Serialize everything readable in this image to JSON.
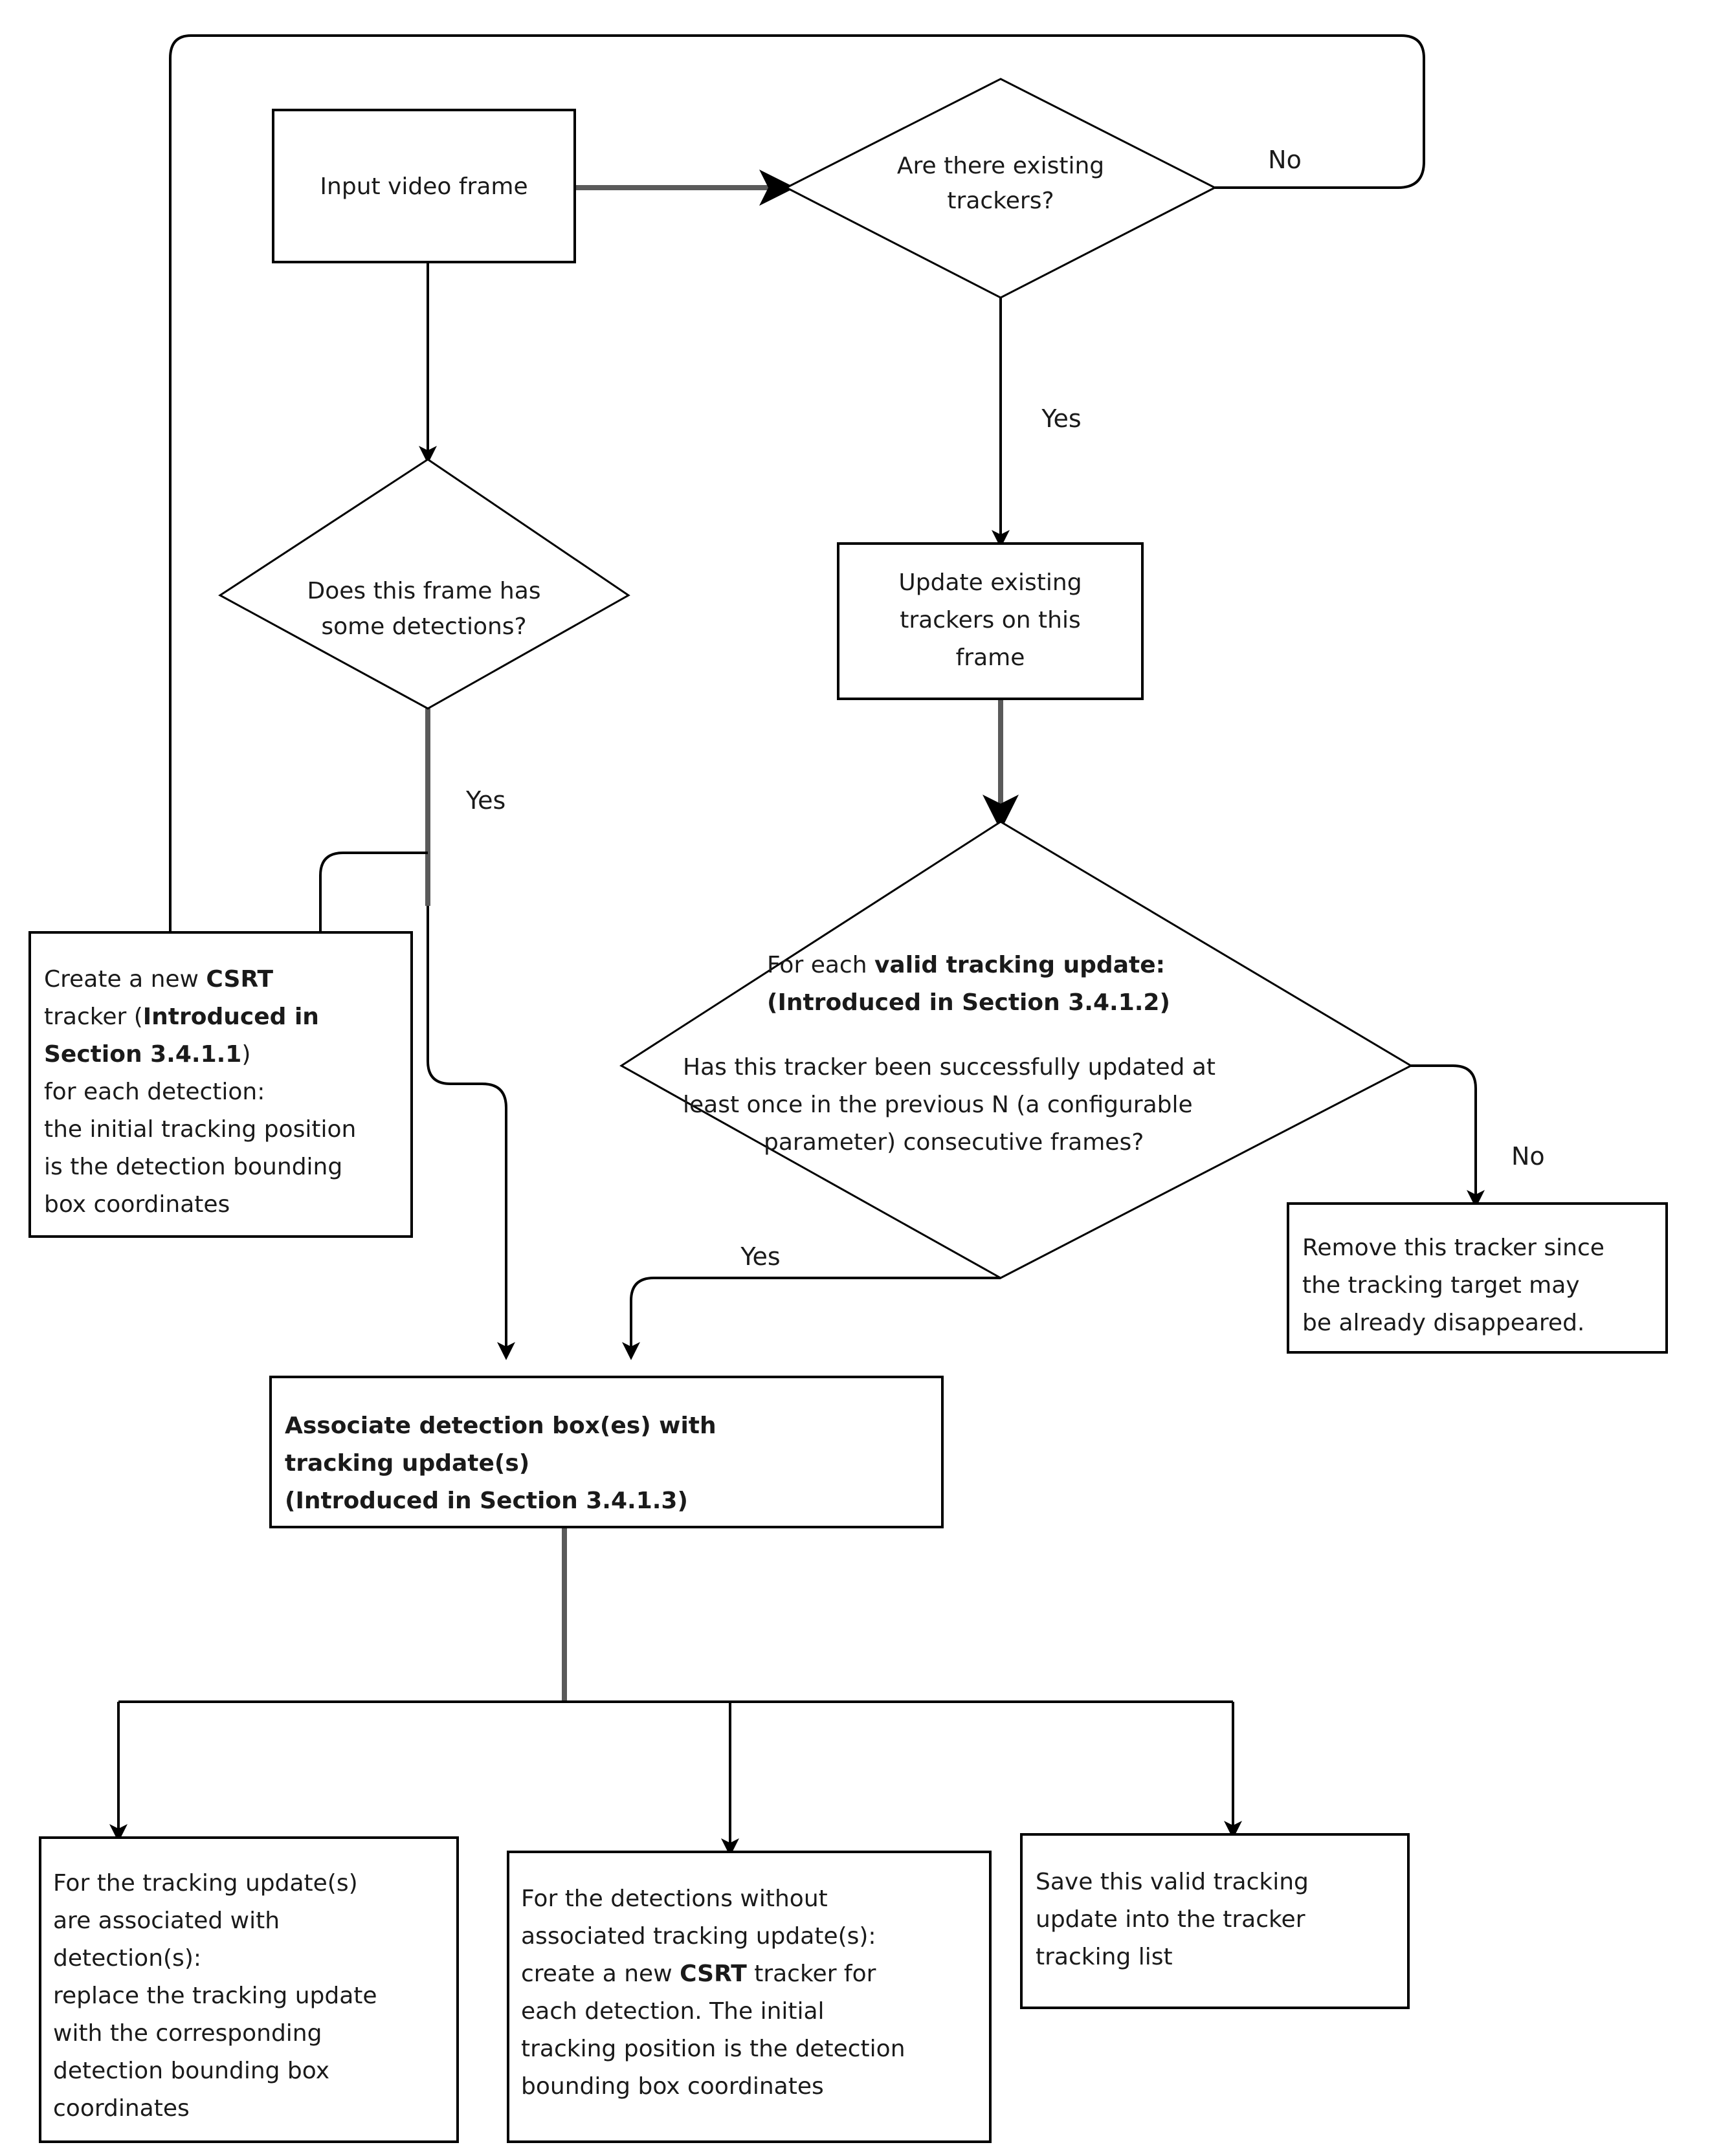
{
  "diagram": {
    "title": "Tracking pipeline flowchart",
    "colors": {
      "stroke": "#000000",
      "gray_edge": "#5a5a5a",
      "background": "#ffffff",
      "text": "#1a1a1a"
    },
    "nodes": {
      "input_frame": {
        "shape": "rect",
        "lines": [
          "Input video frame"
        ]
      },
      "existing_trackers": {
        "shape": "diamond",
        "lines": [
          "Are there existing",
          "trackers?"
        ]
      },
      "update_trackers": {
        "shape": "rect",
        "lines": [
          "Update existing",
          "trackers on this",
          "frame"
        ]
      },
      "has_detections": {
        "shape": "diamond",
        "lines": [
          "Does this frame has",
          "some detections?"
        ]
      },
      "create_csrt": {
        "shape": "rect",
        "lines": [
          {
            "text": "Create a new ",
            "bold": false,
            "next": {
              "text": "CSRT",
              "bold": true
            }
          },
          {
            "text": "tracker (",
            "bold": false,
            "next": {
              "text": "Introduced in",
              "bold": true
            }
          },
          {
            "text": "Section 3.4.1.1",
            "bold": true,
            "next": {
              "text": ")",
              "bold": false
            }
          },
          {
            "text": "for each detection:",
            "bold": false
          },
          {
            "text": "the initial tracking position",
            "bold": false
          },
          {
            "text": "is the detection bounding",
            "bold": false
          },
          {
            "text": "box coordinates",
            "bold": false
          }
        ]
      },
      "valid_update": {
        "shape": "diamond",
        "lines": [
          {
            "text": "For each ",
            "bold": false,
            "next": {
              "text": "valid tracking update:",
              "bold": true
            }
          },
          {
            "text": "(Introduced in Section 3.4.1.2)",
            "bold": true
          },
          {
            "text": "",
            "bold": false
          },
          {
            "text": "Has this tracker been successfully updated at",
            "bold": false
          },
          {
            "text": "least once in the previous N (a configurable",
            "bold": false
          },
          {
            "text": "parameter) consecutive frames?",
            "bold": false
          }
        ]
      },
      "remove_tracker": {
        "shape": "rect",
        "lines": [
          "Remove this tracker since",
          "the tracking target may",
          "be already disappeared."
        ]
      },
      "associate": {
        "shape": "rect",
        "lines": [
          {
            "text": "Associate detection box(es) with",
            "bold": true
          },
          {
            "text": "tracking update(s)",
            "bold": true
          },
          {
            "text": "(Introduced in Section 3.4.1.3)",
            "bold": true
          }
        ]
      },
      "replace_update": {
        "shape": "rect",
        "lines": [
          "For the tracking update(s)",
          "are associated with",
          "detection(s):",
          "replace the tracking update",
          "with the corresponding",
          "detection bounding box",
          "coordinates"
        ]
      },
      "new_tracker_for_unmatched": {
        "shape": "rect",
        "lines": [
          {
            "text": "For the detections without",
            "bold": false
          },
          {
            "text": "associated tracking update(s):",
            "bold": false
          },
          {
            "text": "create a new ",
            "bold": false,
            "next": {
              "text": "CSRT",
              "bold": true
            },
            "tail": " tracker for"
          },
          {
            "text": "each detection. The initial",
            "bold": false
          },
          {
            "text": "tracking position is the detection",
            "bold": false
          },
          {
            "text": "bounding box coordinates",
            "bold": false
          }
        ]
      },
      "save_update": {
        "shape": "rect",
        "lines": [
          "Save this valid tracking",
          "update into the tracker",
          "tracking list"
        ]
      }
    },
    "edge_labels": {
      "no_top": "No",
      "yes_top": "Yes",
      "yes_detections": "Yes",
      "no_valid": "No",
      "yes_valid": "Yes"
    },
    "node_text": {
      "input_frame_l1": "Input video frame",
      "existing_trackers_l1": "Are there existing",
      "existing_trackers_l2": "trackers?",
      "update_trackers_l1": "Update existing",
      "update_trackers_l2": "trackers on this",
      "update_trackers_l3": "frame",
      "has_detections_l1": "Does this frame has",
      "has_detections_l2": "some detections?",
      "create_csrt_l1a": "Create a new ",
      "create_csrt_l1b": "CSRT",
      "create_csrt_l2a": "tracker (",
      "create_csrt_l2b": "Introduced in",
      "create_csrt_l3a": "Section 3.4.1.1",
      "create_csrt_l3b": ")",
      "create_csrt_l4": "for each detection:",
      "create_csrt_l5": "the initial tracking position",
      "create_csrt_l6": "is the detection bounding",
      "create_csrt_l7": "box coordinates",
      "valid_update_l1a": "For each ",
      "valid_update_l1b": "valid tracking update:",
      "valid_update_l2": "(Introduced in Section 3.4.1.2)",
      "valid_update_l3": "Has this tracker been successfully updated at",
      "valid_update_l4": "least once in the previous N (a configurable",
      "valid_update_l5": "parameter) consecutive frames?",
      "remove_tracker_l1": "Remove this tracker since",
      "remove_tracker_l2": "the tracking target may",
      "remove_tracker_l3": "be already disappeared.",
      "associate_l1": "Associate detection box(es) with",
      "associate_l2": "tracking update(s)",
      "associate_l3": "(Introduced in Section 3.4.1.3)",
      "replace_update_l1": "For the tracking update(s)",
      "replace_update_l2": "are associated with",
      "replace_update_l3": "detection(s):",
      "replace_update_l4": "replace the tracking update",
      "replace_update_l5": "with the corresponding",
      "replace_update_l6": "detection bounding box",
      "replace_update_l7": "coordinates",
      "unmatched_l1": "For the detections without",
      "unmatched_l2": "associated tracking update(s):",
      "unmatched_l3a": "create a new ",
      "unmatched_l3b": "CSRT",
      "unmatched_l3c": " tracker for",
      "unmatched_l4": "each detection. The initial",
      "unmatched_l5": "tracking position is the detection",
      "unmatched_l6": "bounding box coordinates",
      "save_update_l1": "Save this valid tracking",
      "save_update_l2": "update into the tracker",
      "save_update_l3": "tracking list"
    }
  }
}
